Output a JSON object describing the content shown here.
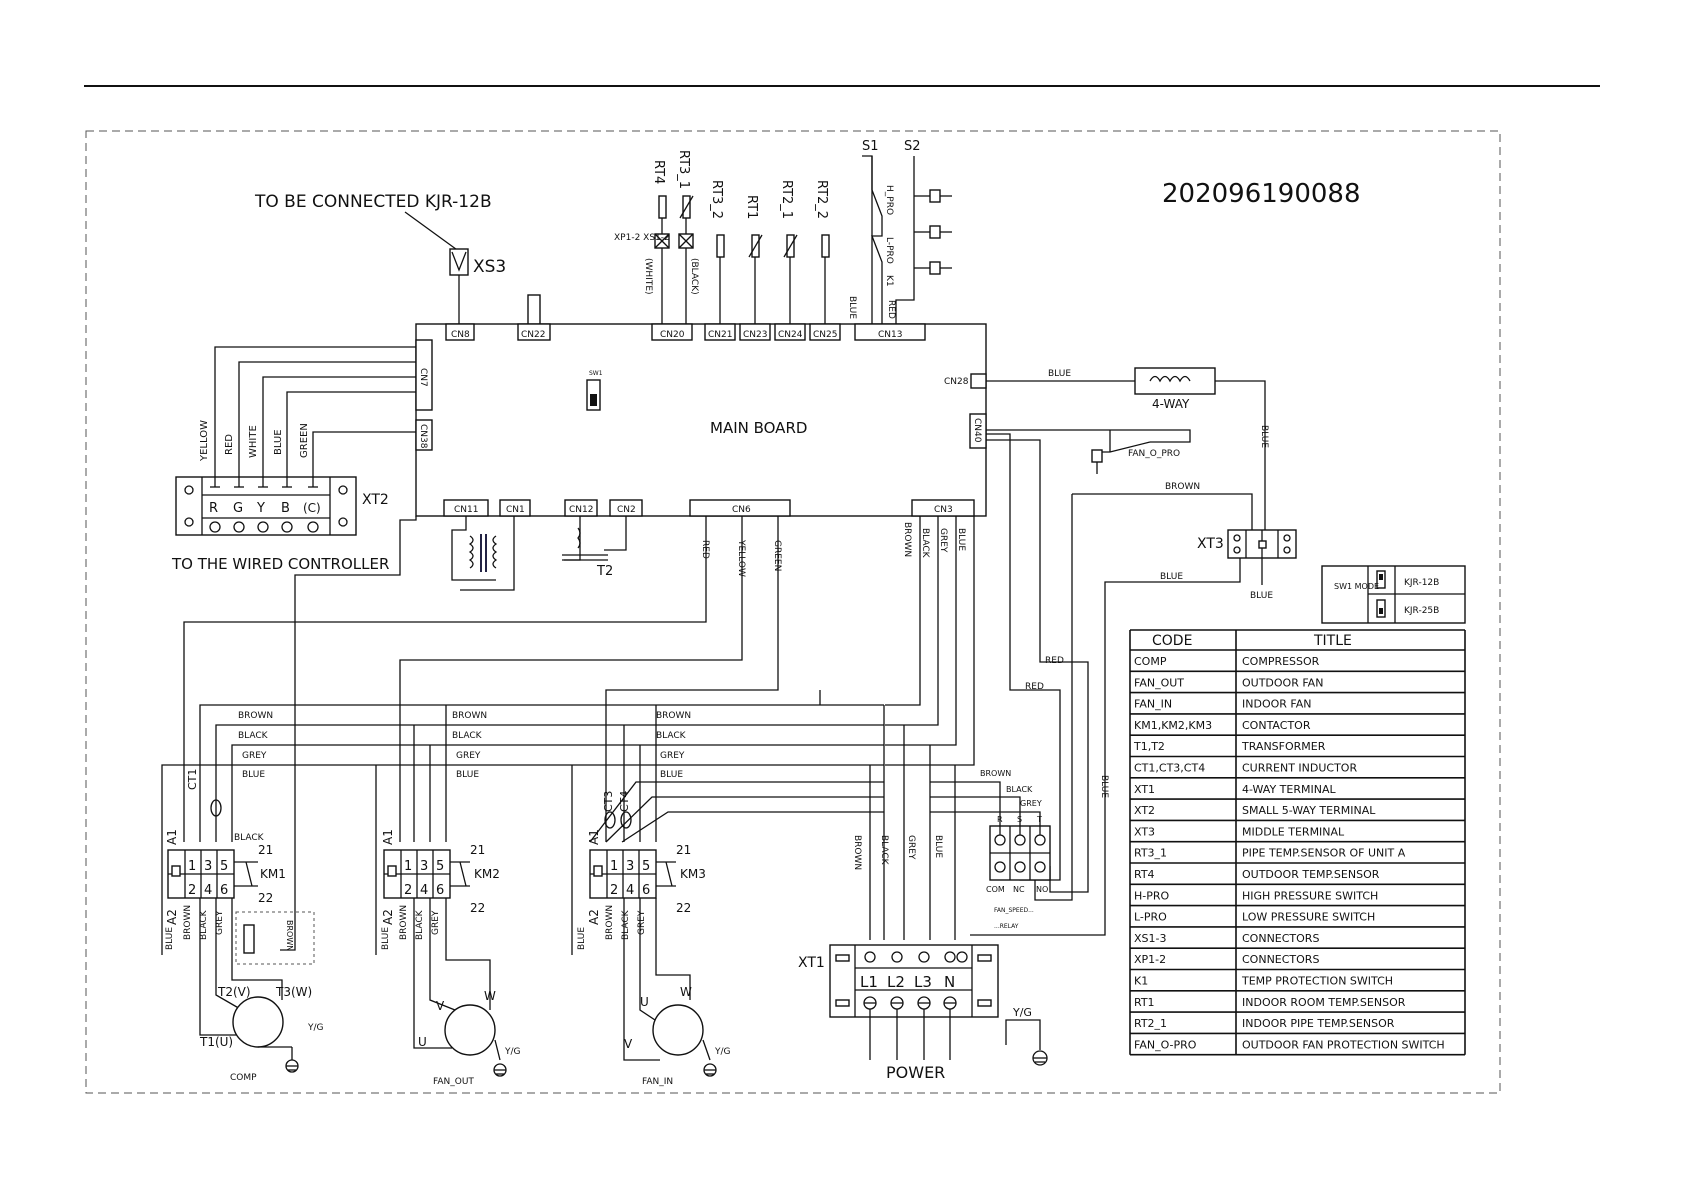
{
  "diagram_id": "202096190088",
  "kjr_note": "TO BE CONNECTED KJR-12B",
  "main_board": "MAIN BOARD",
  "wired_controller": "TO THE WIRED CONTROLLER",
  "power": "POWER",
  "connectors": {
    "cn8": "CN8",
    "cn22": "CN22",
    "cn20": "CN20",
    "cn21": "CN21",
    "cn23": "CN23",
    "cn24": "CN24",
    "cn25": "CN25",
    "cn13": "CN13",
    "cn7": "CN7",
    "cn38": "CN38",
    "cn28": "CN28",
    "cn40": "CN40",
    "cn11": "CN11",
    "cn1": "CN1",
    "cn12": "CN12",
    "cn2": "CN2",
    "cn6": "CN6",
    "cn3": "CN3"
  },
  "labels": {
    "xs3": "XS3",
    "xt2": "XT2",
    "xt3": "XT3",
    "xt1": "XT1",
    "t2": "T2",
    "four_way": "4-WAY",
    "fan_o_pro": "FAN_O_PRO",
    "sw1": "SW1",
    "xp_xs": "XP1-2\nXS1-2",
    "white_paren": "(WHITE)",
    "black_paren": "(BLACK)",
    "s1": "S1",
    "s2": "S2",
    "h_pro": "H_PRO",
    "l_pro": "L-PRO",
    "k1": "K1",
    "rt4": "RT4",
    "rt3_1": "RT3_1",
    "rt3_2": "RT3_2",
    "rt1": "RT1",
    "rt2_1": "RT2_1",
    "rt2_2": "RT2_2",
    "yg": "Y/G",
    "ct1": "CT1",
    "ct3": "CT3",
    "ct4": "CT4",
    "km1": "KM1",
    "km2": "KM2",
    "km3": "KM3",
    "a1": "A1",
    "a2": "A2",
    "comp": "COMP",
    "fan_out": "FAN_OUT",
    "fan_in": "FAN_IN",
    "t1u": "T1(U)",
    "t2v": "T2(V)",
    "t3w": "T3(W)",
    "u": "U",
    "v": "V",
    "w": "W",
    "com": "COM",
    "nc": "NC",
    "no": "NO",
    "r": "R",
    "s": "S",
    "tt": "T",
    "relay_note_1": "FAN_SPEED...",
    "relay_note_2": "...RELAY"
  },
  "wires": {
    "yellow": "YELLOW",
    "red": "RED",
    "white": "WHITE",
    "blue": "BLUE",
    "green": "GREEN",
    "brown": "BROWN",
    "black": "BLACK",
    "grey": "GREY"
  },
  "xt2_terms": [
    "R",
    "G",
    "Y",
    "B",
    "(C)"
  ],
  "xt1_terms": [
    "L1",
    "L2",
    "L3",
    "N"
  ],
  "numbers": {
    "n1": "1",
    "n2": "2",
    "n3": "3",
    "n4": "4",
    "n5": "5",
    "n6": "6",
    "n21": "21",
    "n22": "22"
  },
  "sw1_table": {
    "head": "SW1\nMODE",
    "opt1": "KJR-12B",
    "opt2": "KJR-25B"
  },
  "legend": {
    "header": [
      "CODE",
      "TITLE"
    ],
    "rows": [
      [
        "COMP",
        "COMPRESSOR"
      ],
      [
        "FAN_OUT",
        "OUTDOOR FAN"
      ],
      [
        "FAN_IN",
        "INDOOR FAN"
      ],
      [
        "KM1,KM2,KM3",
        "CONTACTOR"
      ],
      [
        "T1,T2",
        "TRANSFORMER"
      ],
      [
        "CT1,CT3,CT4",
        "CURRENT INDUCTOR"
      ],
      [
        "XT1",
        "4-WAY TERMINAL"
      ],
      [
        "XT2",
        "SMALL 5-WAY TERMINAL"
      ],
      [
        "XT3",
        "MIDDLE TERMINAL"
      ],
      [
        "RT3_1",
        "PIPE TEMP.SENSOR OF UNIT A"
      ],
      [
        "RT4",
        "OUTDOOR TEMP.SENSOR"
      ],
      [
        "H-PRO",
        "HIGH PRESSURE SWITCH"
      ],
      [
        "L-PRO",
        "LOW PRESSURE SWITCH"
      ],
      [
        "XS1-3",
        "CONNECTORS"
      ],
      [
        "XP1-2",
        "CONNECTORS"
      ],
      [
        "K1",
        "TEMP PROTECTION SWITCH"
      ],
      [
        "RT1",
        "INDOOR ROOM TEMP.SENSOR"
      ],
      [
        "RT2_1",
        "INDOOR PIPE TEMP.SENSOR"
      ],
      [
        "FAN_O-PRO",
        "OUTDOOR FAN PROTECTION SWITCH"
      ]
    ]
  }
}
